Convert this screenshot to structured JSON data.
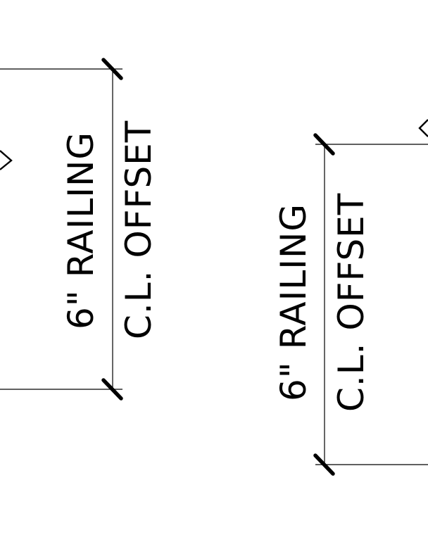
{
  "callouts": [
    {
      "label_line1": "6\" RAILING",
      "label_line2": "C.L. OFFSET"
    },
    {
      "label_line1": "6\" RAILING",
      "label_line2": "C.L. OFFSET"
    }
  ],
  "colors": {
    "background": "#ffffff",
    "ink": "#000000"
  }
}
